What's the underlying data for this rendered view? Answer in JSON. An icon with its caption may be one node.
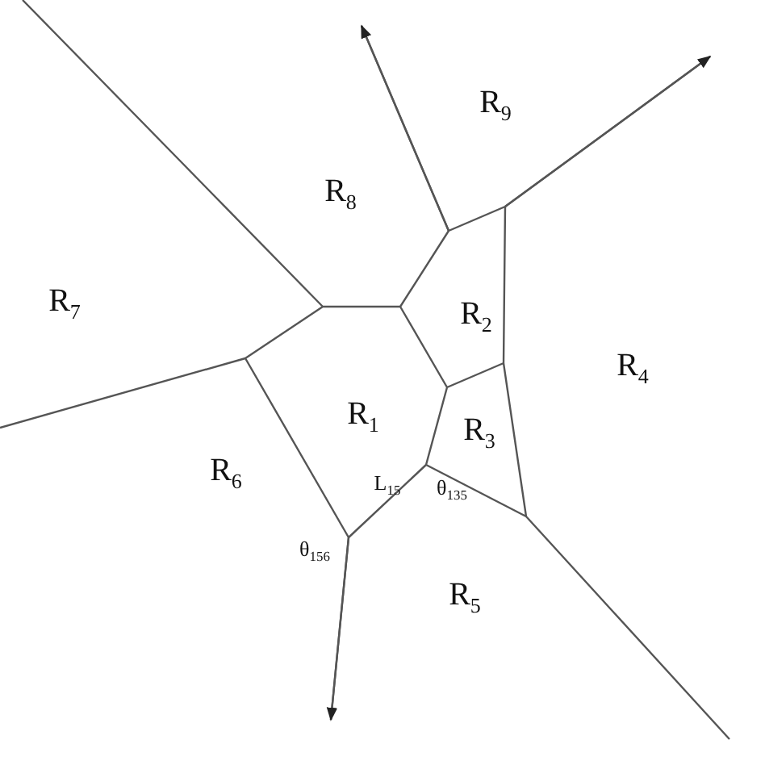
{
  "diagram": {
    "labels": [
      "R$_{9}$",
      "R$_{8}$",
      "R$_{2}$",
      "R$_{7}$",
      "R$_{4}$",
      "R$_{1}$",
      "R$_{3}$",
      "R$_{6}$",
      "L$_{15}$",
      "θ$_{135}$",
      "θ$_{156}$",
      "R$_{5}$"
    ]
  }
}
